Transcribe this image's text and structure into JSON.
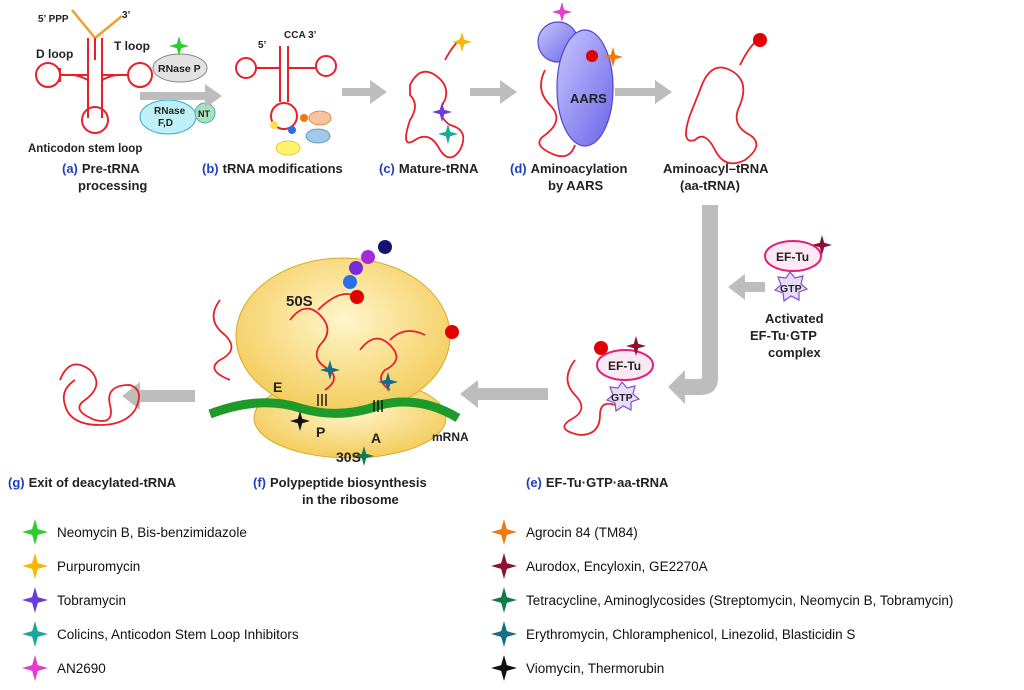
{
  "labels": {
    "five_ppp": "5’ PPP",
    "three_prime": "3’",
    "d_loop": "D loop",
    "t_loop": "T loop",
    "anticodon": "Anticodon  stem loop",
    "five_prime_b": "5’",
    "cca": "CCA 3’",
    "rnase_p": "RNase P",
    "rnase_fd_1": "RNase",
    "rnase_fd_2": "F,D",
    "nt": "NT",
    "aars": "AARS",
    "ef_tu": "EF-Tu",
    "gtp": "GTP",
    "s50": "50S",
    "s30": "30S",
    "site_e": "E",
    "site_p": "P",
    "site_a": "A",
    "mrna": "mRNA",
    "activated_1": "Activated",
    "activated_2": "EF-Tu·GTP",
    "activated_3": "complex",
    "aminoacyl_1": "Aminoacyl–tRNA",
    "aminoacyl_2": "(aa-tRNA)"
  },
  "steps": [
    {
      "letter": "(a)",
      "line1": "Pre-tRNA",
      "line2": "processing"
    },
    {
      "letter": "(b)",
      "line1": "tRNA modifications",
      "line2": ""
    },
    {
      "letter": "(c)",
      "line1": "Mature-tRNA",
      "line2": ""
    },
    {
      "letter": "(d)",
      "line1": "Aminoacylation",
      "line2": "by AARS"
    },
    {
      "letter": "(e)",
      "line1": "EF-Tu·GTP·aa-tRNA",
      "line2": ""
    },
    {
      "letter": "(f)",
      "line1": "Polypeptide  biosynthesis",
      "line2": "in the ribosome"
    },
    {
      "letter": "(g)",
      "line1": "Exit of deacylated-tRNA",
      "line2": ""
    }
  ],
  "legend": [
    {
      "text": "Neomycin B,  Bis-benzimidazole",
      "color": "#2ecc2e"
    },
    {
      "text": "Purpuromycin",
      "color": "#f5b800"
    },
    {
      "text": "Tobramycin",
      "color": "#6a3dd9"
    },
    {
      "text": "Colicins, Anticodon Stem Loop Inhibitors",
      "color": "#1aa89a"
    },
    {
      "text": "AN2690",
      "color": "#e83bd0"
    },
    {
      "text": "Agrocin 84 (TM84)",
      "color": "#f07a10"
    },
    {
      "text": "Aurodox,  Encyloxin,  GE2270A",
      "color": "#8e1030"
    },
    {
      "text": "Tetracycline, Aminoglycosides (Streptomycin, Neomycin B, Tobramycin)",
      "color": "#137a4f"
    },
    {
      "text": "Erythromycin, Chloramphenicol, Linezolid, Blasticidin S",
      "color": "#176e86"
    },
    {
      "text": "Viomycin,  Thermorubin",
      "color": "#111111"
    }
  ],
  "colors": {
    "trna": "#e8202a",
    "ribosome": "#f6cf5a",
    "mrna": "#1e9a2a",
    "arrow": "#bdbdbd",
    "aars": "#8f8af0",
    "step_letter": "#1f3fbf"
  }
}
